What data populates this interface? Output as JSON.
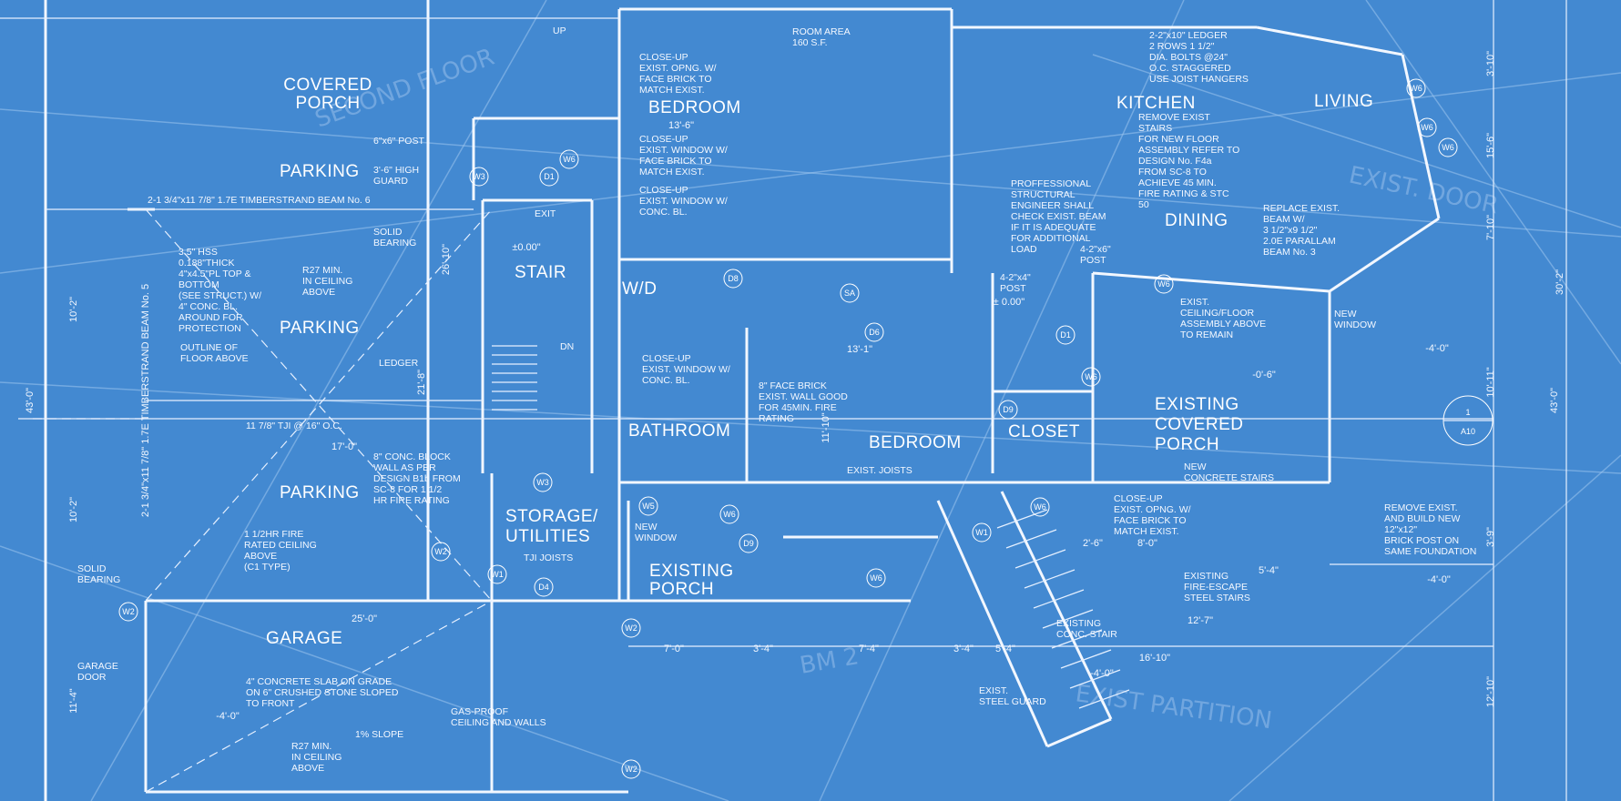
{
  "rooms": {
    "covered_porch": [
      "COVERED",
      "PORCH"
    ],
    "parking_1": "PARKING",
    "parking_2": "PARKING",
    "parking_3": "PARKING",
    "garage": "GARAGE",
    "stair": "STAIR",
    "bedroom_1": "BEDROOM",
    "kitchen": "KITCHEN",
    "living": "LIVING",
    "dining": "DINING",
    "wd": "W/D",
    "bathroom": "BATHROOM",
    "bedroom_2": "BEDROOM",
    "closet": "CLOSET",
    "existing_covered_porch": [
      "EXISTING",
      "COVERED",
      "PORCH"
    ],
    "storage": [
      "STORAGE/",
      "UTILITIES"
    ],
    "existing_porch": [
      "EXISTING",
      "PORCH"
    ]
  },
  "notes": {
    "room_area": [
      "ROOM AREA",
      "160 S.F."
    ],
    "close_up_1": [
      "CLOSE-UP",
      "EXIST. OPNG. W/",
      "FACE BRICK TO",
      "MATCH EXIST."
    ],
    "close_up_2": [
      "CLOSE-UP",
      "EXIST. WINDOW W/",
      "FACE BRICK TO",
      "MATCH EXIST."
    ],
    "close_up_3": [
      "CLOSE-UP",
      "EXIST. WINDOW W/",
      "CONC. BL."
    ],
    "close_up_4": [
      "CLOSE-UP",
      "EXIST. WINDOW W/",
      "CONC. BL."
    ],
    "ledger": [
      "2-2\"x10\" LEDGER",
      "2 ROWS 1 1/2\"",
      "DIA. BOLTS @24\"",
      "O.C. STAGGERED",
      "USE JOIST HANGERS"
    ],
    "remove_stairs": [
      "REMOVE EXIST",
      "STAIRS",
      "FOR NEW FLOOR",
      "ASSEMBLY REFER TO",
      "DESIGN No. F4a",
      "FROM SC-8 TO",
      "ACHIEVE 45 MIN.",
      "FIRE RATING & STC",
      "50"
    ],
    "engineer": [
      "PROFFESSIONAL",
      "STRUCTURAL",
      "ENGINEER SHALL",
      "CHECK EXIST. BEAM",
      "IF IT IS ADEQUATE",
      "FOR ADDITIONAL",
      "LOAD"
    ],
    "replace_beam": [
      "REPLACE EXIST.",
      "BEAM W/",
      "3 1/2\"x9 1/2\"",
      "2.0E PARALLAM",
      "BEAM No. 3"
    ],
    "post_6x6": "6\"x6\" POST",
    "guard": [
      "3'-6\" HIGH",
      "GUARD"
    ],
    "timberstrand": "2-1 3/4\"x11 7/8\" 1.7E TIMBERSTRAND BEAM No. 6",
    "solid_bearing": [
      "SOLID",
      "BEARING"
    ],
    "hss": [
      "3.5\" HSS",
      "0.188\"THICK",
      "4\"x4.5\"PL TOP &",
      "BOTTOM",
      "(SEE STRUCT.) W/",
      "4\" CONC. BL.",
      "AROUND FOR",
      "PROTECTION"
    ],
    "outline": [
      "OUTLINE OF",
      "FLOOR ABOVE"
    ],
    "r27_1": [
      "R27 MIN.",
      "IN CEILING",
      "ABOVE"
    ],
    "ledger_label": "LEDGER",
    "tji": "11 7/8\" TJI @ 16\" O.C.",
    "conc_block": [
      "8\" CONC. BLOCK",
      "WALL AS PER",
      "DESIGN B1b FROM",
      "SC-8 FOR 1 1/2",
      "HR FIRE RATING"
    ],
    "fire_ceiling": [
      "1 1/2HR FIRE",
      "RATED CEILING",
      "ABOVE",
      "(C1 TYPE)"
    ],
    "solid_bearing_2": [
      "SOLID",
      "BEARING"
    ],
    "garage_door": [
      "GARAGE",
      "DOOR"
    ],
    "slab": [
      "4\" CONCRETE SLAB ON GRADE",
      "ON 6\" CRUSHED STONE SLOPED",
      "TO FRONT"
    ],
    "gas_proof": [
      "GAS-PROOF",
      "CEILING AND WALLS"
    ],
    "slope": "1% SLOPE",
    "r27_2": [
      "R27 MIN.",
      "IN CEILING",
      "ABOVE"
    ],
    "face_brick": [
      "8\" FACE BRICK",
      "EXIST. WALL GOOD",
      "FOR 45MIN. FIRE",
      "RATING"
    ],
    "post_4x4": [
      "4-2\"x4\"",
      "POST"
    ],
    "post_4x6": [
      "4-2\"x6\"",
      "POST"
    ],
    "exist_ceiling": [
      "EXIST.",
      "CEILING/FLOOR",
      "ASSEMBLY ABOVE",
      "TO REMAIN"
    ],
    "new_window": [
      "NEW",
      "WINDOW"
    ],
    "new_window_2": [
      "NEW",
      "WINDOW"
    ],
    "new_stairs": [
      "NEW",
      "CONCRETE STAIRS"
    ],
    "close_up_5": [
      "CLOSE-UP",
      "EXIST. OPNG. W/",
      "FACE BRICK TO",
      "MATCH EXIST."
    ],
    "remove_new": [
      "REMOVE EXIST.",
      "AND BUILD NEW",
      "12\"x12\"",
      "BRICK POST ON",
      "SAME FOUNDATION"
    ],
    "fire_escape": [
      "EXISTING",
      "FIRE-ESCAPE",
      "STEEL STAIRS"
    ],
    "conc_stair": [
      "EXISTING",
      "CONC. STAIR"
    ],
    "steel_guard": [
      "EXIST.",
      "STEEL GUARD"
    ],
    "tji_joists": "TJI JOISTS",
    "exist_joists": "EXIST. JOISTS",
    "up": "UP",
    "dn": "DN",
    "exit": "EXIT"
  },
  "dimensions": {
    "overall_left": "43'-0\"",
    "overall_right": "43'-0\"",
    "d1": "10'-2\"",
    "d2": "10'-2\"",
    "d3": "11'-4\"",
    "d4": "21'-8\"",
    "d5": "26'-10\"",
    "d6": "25'-0\"",
    "d7": "17'-0\"",
    "d8": "13'-6\"",
    "d9": "11'-10\"",
    "d10": "13'-1\"",
    "d11": "7'-0\"",
    "d12": "3'-4\"",
    "d13": "7'-4\"",
    "d14": "3'-4\"",
    "d15": "5'-4\"",
    "d16": "16'-10\"",
    "d17": "12'-7\"",
    "d18": "8'-0\"",
    "d19": "2'-6\"",
    "d20": "15'-6\"",
    "d21": "7'-10\"",
    "d22": "3'-10\"",
    "d23": "10'-11\"",
    "d24": "30'-2\"",
    "d25": "12'-10\"",
    "d26": "3'-9\"",
    "d27": "5'-4\"",
    "elev_1": "±0.00\"",
    "elev_2": "± 0.00\"",
    "elev_3": "-0'-6\"",
    "elev_4": "-4'-0\"",
    "elev_5": "-4'-0\"",
    "elev_6": "-4'-0\"",
    "elev_7": "-4'-0\"",
    "beam5": "2-1 3/4\"x11 7/8\" 1.7E TIMBERSTRAND BEAM No. 5"
  },
  "tags": [
    "W6",
    "W3",
    "D1",
    "D8",
    "D6",
    "SA",
    "D1",
    "W6",
    "W6",
    "D9",
    "W2",
    "W2",
    "W1",
    "D4",
    "W3",
    "W5",
    "W6",
    "D9",
    "W1",
    "W2",
    "W6",
    "W6",
    "W2",
    "W6",
    "W6",
    "W6"
  ],
  "section_marker": {
    "number": "1",
    "sheet": "A10"
  }
}
